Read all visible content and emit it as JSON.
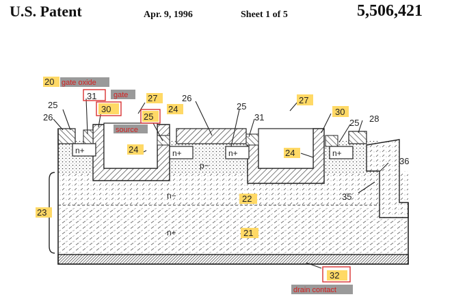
{
  "header": {
    "title": "U.S. Patent",
    "date": "Apr. 9, 1996",
    "sheet": "Sheet 1 of 5",
    "patent_number": "5,506,421"
  },
  "annotations": {
    "gate_oxide": "gate oxide",
    "gate": "gate",
    "source": "source",
    "drain_contact": "drain contact"
  },
  "refs": {
    "r20": "20",
    "r21": "21",
    "r22": "22",
    "r23": "23",
    "r24": "24",
    "r25": "25",
    "r26": "26",
    "r27": "27",
    "r28": "28",
    "r30": "30",
    "r31": "31",
    "r32": "32",
    "r35": "35",
    "r36": "36"
  },
  "regions": {
    "n_plus": "n+",
    "p_minus": "p−",
    "n_minus": "n−"
  },
  "colors": {
    "highlight": "#ffd966",
    "annotation_text": "#d32020",
    "annotation_box": "#9a9a9a",
    "callout_box": "#d93030"
  }
}
